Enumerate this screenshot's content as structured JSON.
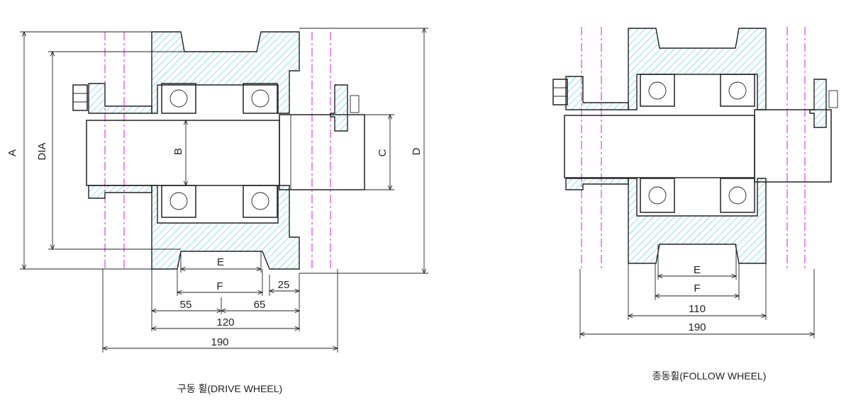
{
  "drive_wheel": {
    "caption": "구동 휠(DRIVE WHEEL)",
    "labels": {
      "a": "A",
      "dia": "DIA",
      "b": "B",
      "c": "C",
      "d": "D",
      "e": "E",
      "f": "F",
      "offset": "25",
      "left_half": "55",
      "right_half": "65",
      "hub_width": "120",
      "overall_width": "190"
    }
  },
  "follow_wheel": {
    "caption": "종동휠(FOLLOW WHEEL)",
    "labels": {
      "e": "E",
      "f": "F",
      "hub_width": "110",
      "overall_width": "190"
    }
  },
  "colors": {
    "hatch": "#2ec4d6",
    "centerline": "#d81bd8",
    "outline": "#222222",
    "bearing_center": "#e6c21a"
  }
}
